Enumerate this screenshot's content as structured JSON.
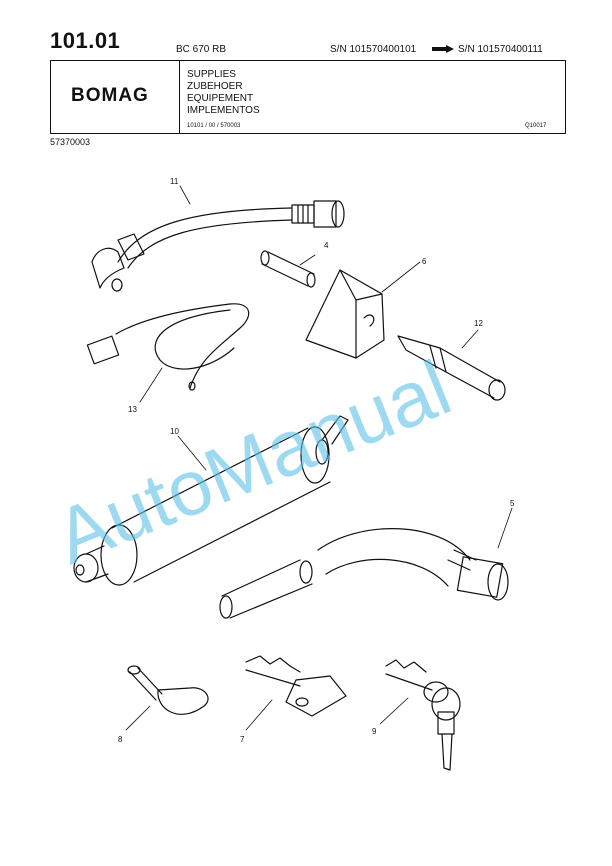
{
  "header": {
    "page_number": "101.01",
    "model": "BC 670 RB",
    "serial_from": "S/N 101570400101",
    "serial_to": "S/N 101570400111",
    "logo": "BOMAG",
    "titles": [
      "SUPPLIES",
      "ZUBEHOER",
      "EQUIPEMENT",
      "IMPLEMENTOS"
    ],
    "doc_ref": "10101 / 00 / 570003",
    "doc_code": "Q10017",
    "part_number": "57370003"
  },
  "callouts": [
    "11",
    "4",
    "6",
    "12",
    "13",
    "10",
    "5",
    "8",
    "7",
    "9"
  ],
  "watermark": "AutoManual",
  "colors": {
    "ink": "#111111",
    "watermark": "#5bc2ea"
  }
}
